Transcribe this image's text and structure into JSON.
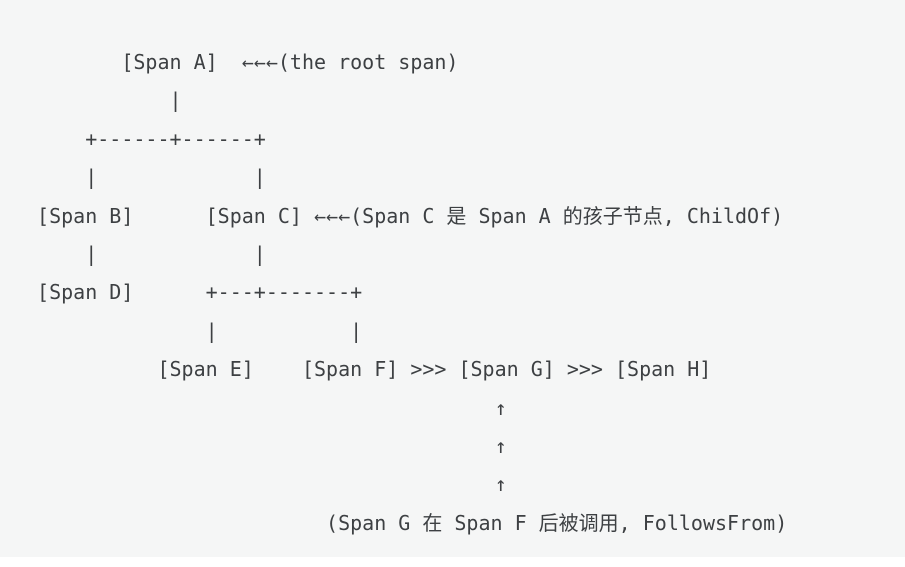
{
  "colors": {
    "page_background": "#ffffff",
    "code_block_background": "#f5f6f6",
    "code_text": "#3d4043"
  },
  "diagram": {
    "lines": [
      "        [Span A]  ←←←(the root span)",
      "            |",
      "     +------+------+",
      "     |             |",
      " [Span B]      [Span C] ←←←(Span C 是 Span A 的孩子节点, ChildOf)",
      "     |             |",
      " [Span D]      +---+-------+",
      "               |           |",
      "           [Span E]    [Span F] >>> [Span G] >>> [Span H]",
      "                                       ↑",
      "                                       ↑",
      "                                       ↑",
      "                         (Span G 在 Span F 后被调用, FollowsFrom)"
    ]
  }
}
